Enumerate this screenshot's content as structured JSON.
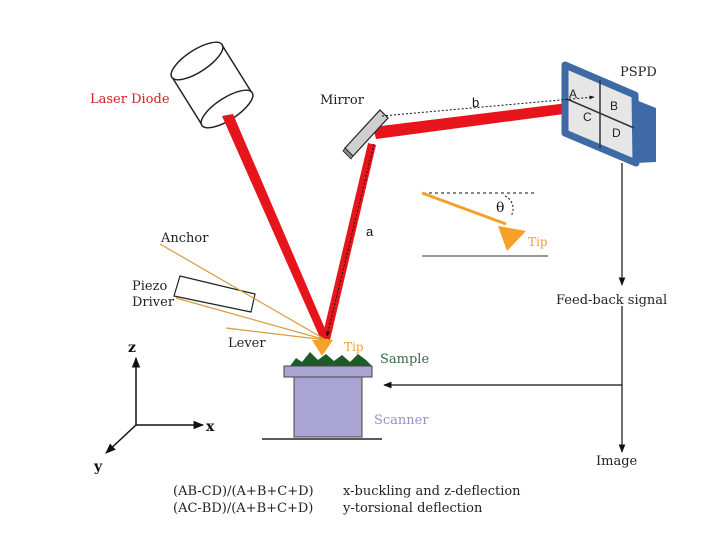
{
  "labels": {
    "laser_diode": "Laser Diode",
    "mirror": "Mirror",
    "pspd": "PSPD",
    "path_b": "b",
    "path_a": "a",
    "quad_a": "A",
    "quad_b": "B",
    "quad_c": "C",
    "quad_d": "D",
    "anchor": "Anchor",
    "piezo_line1": "Piezo",
    "piezo_line2": "Driver",
    "lever": "Lever",
    "tip_main": "Tip",
    "tip_inset": "Tip",
    "theta": "θ",
    "sample": "Sample",
    "scanner": "Scanner",
    "feedback": "Feed-back signal",
    "image": "Image",
    "axis_z": "z",
    "axis_x": "x",
    "axis_y": "y"
  },
  "formulas": [
    {
      "expr": "(AB-CD)/(A+B+C+D)",
      "desc": "x-buckling and z-deflection"
    },
    {
      "expr": "(AC-BD)/(A+B+C+D)",
      "desc": "y-torsional deflection"
    }
  ],
  "colors": {
    "laser": "#e8141c",
    "laser_label": "#d42020",
    "tip_orange": "#f5a02a",
    "sample_green": "#1f5a2a",
    "sample_label": "#2d6e4a",
    "scanner_fill": "#a9a4d2",
    "scanner_label": "#8f95c8",
    "pspd_frame": "#3e6aa6",
    "line": "#111111"
  }
}
